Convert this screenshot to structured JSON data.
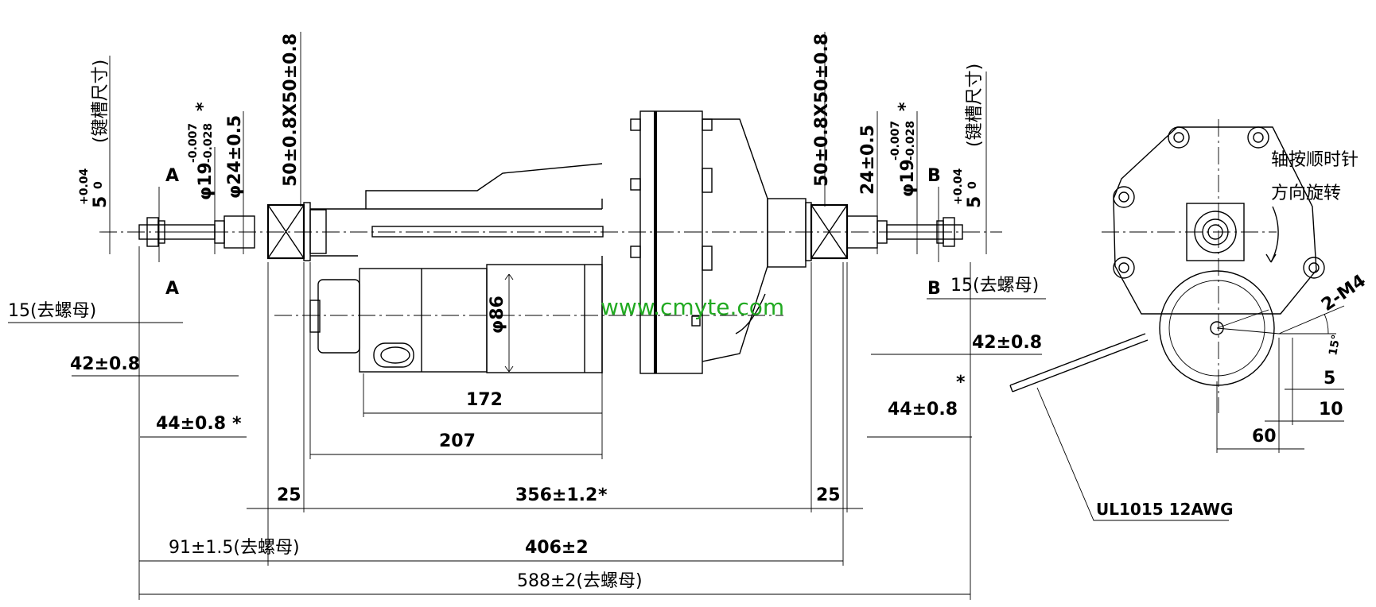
{
  "watermark": {
    "text": "www.cmyte.com",
    "color": "#22aa22"
  },
  "left_shaft": {
    "keyway_depth": "5",
    "keyway_tol_upper": "+0.04",
    "keyway_tol_lower": "0",
    "keyway_note": "(键槽尺寸)",
    "section_top": "A",
    "section_bottom": "A",
    "dia_19": "φ19",
    "dia_19_tol_upper": "-0.007",
    "dia_19_tol_lower": "-0.028",
    "dia_24": "φ24±0.5",
    "bearing": "50±0.8X50±0.8",
    "star": "*"
  },
  "right_shaft": {
    "keyway_depth": "5",
    "keyway_tol_upper": "+0.04",
    "keyway_tol_lower": "0",
    "keyway_note": "(键槽尺寸)",
    "section_top": "B",
    "section_bottom": "B",
    "dia_19": "φ19",
    "dia_19_tol_upper": "-0.007",
    "dia_19_tol_lower": "-0.028",
    "dia_24": "24±0.5",
    "bearing": "50±0.8X50±0.8",
    "star": "*"
  },
  "dimensions": {
    "left_nut": "15(去螺母)",
    "right_nut": "15(去螺母)",
    "left_42": "42±0.8",
    "right_42": "42±0.8",
    "left_44": "44±0.8",
    "left_44_star": "*",
    "right_44": "44±0.8",
    "right_star": "*",
    "motor_dia": "φ86",
    "motor_172": "172",
    "motor_207": "207",
    "left_25": "25",
    "right_25": "25",
    "center_356": "356±1.2",
    "center_356_star": "*",
    "left_91": "91±1.5(去螺母)",
    "overall_406": "406±2",
    "overall_588": "588±2(去螺母)"
  },
  "end_view": {
    "rotation_line1": "轴按顺时针",
    "rotation_line2": "方向旋转",
    "thread": "2-M4",
    "angle": "15°",
    "dim_5": "5",
    "dim_10": "10",
    "dim_60": "60",
    "cable": "UL1015   12AWG"
  }
}
